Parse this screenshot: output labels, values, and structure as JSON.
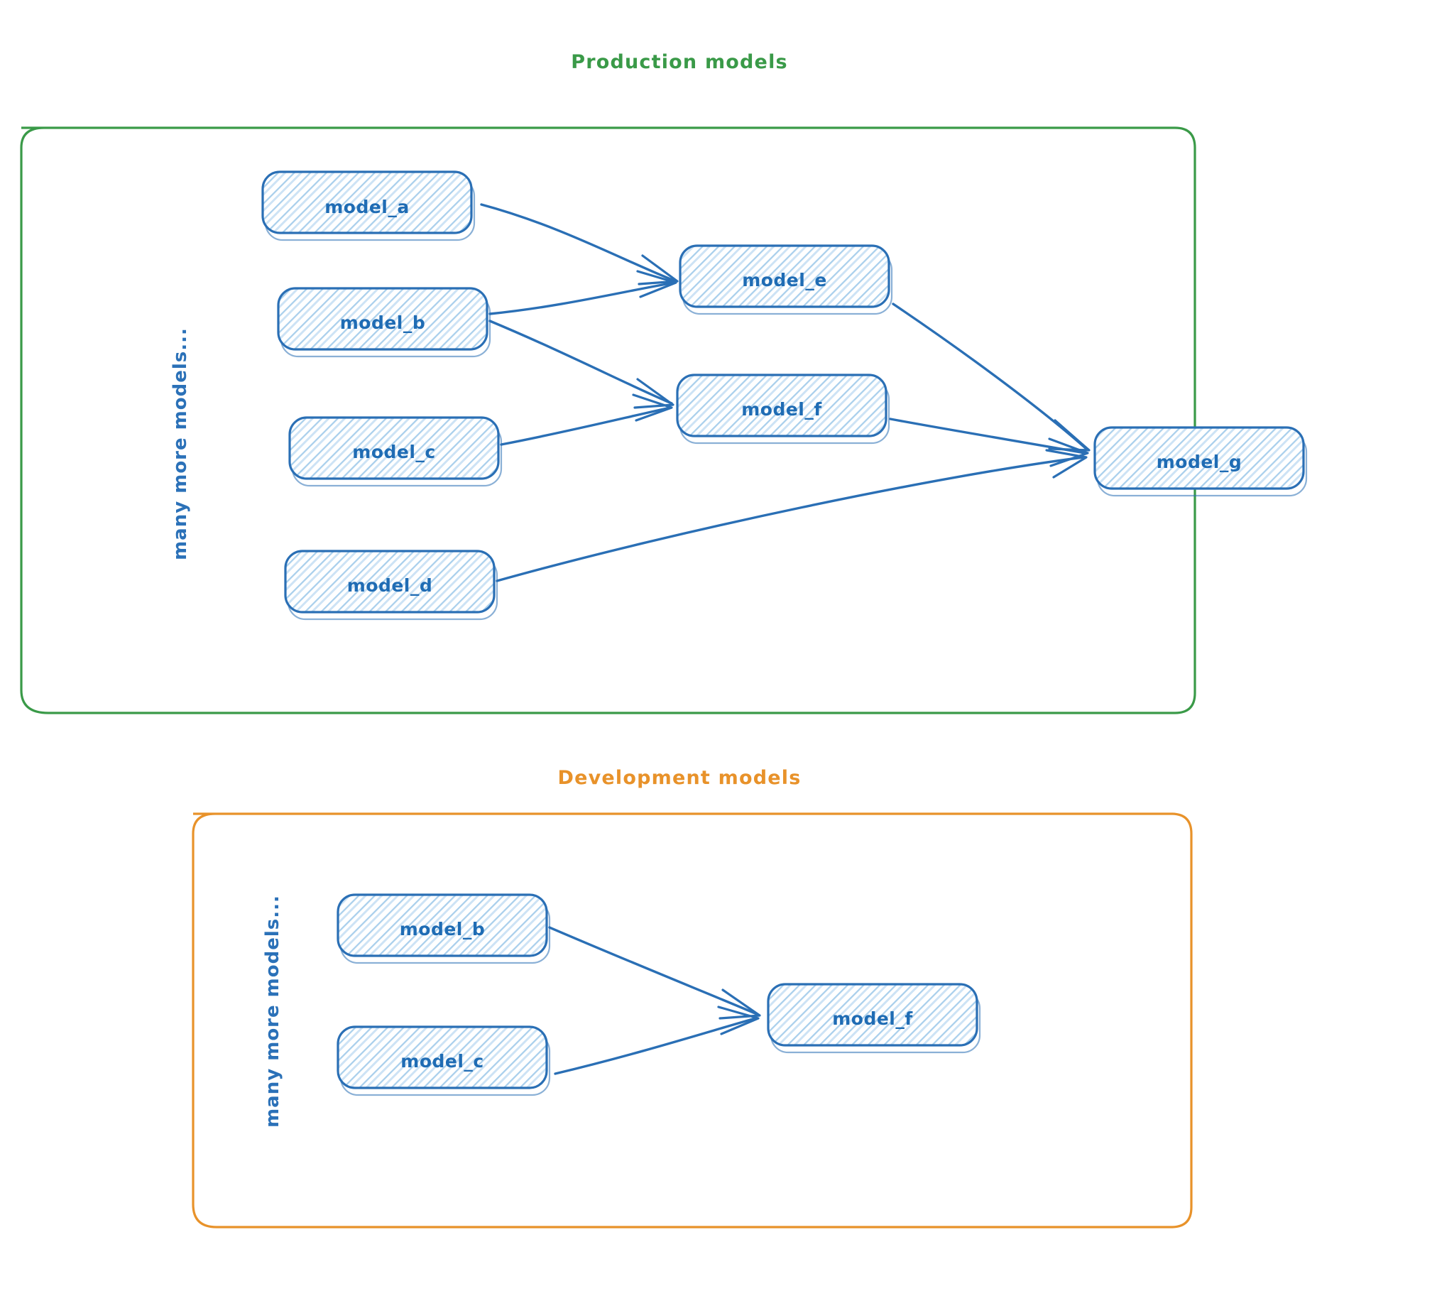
{
  "diagram": {
    "kind": "dag-lineage-diagram",
    "background": "#ffffff"
  },
  "colors": {
    "production_border": "#3a9a48",
    "production_title": "#3a9a48",
    "development_border": "#e8922a",
    "development_title": "#e8922a",
    "node_stroke": "#2a6fb5",
    "node_fill_hatch": "#9fc8e8",
    "node_text": "#1f6cb4",
    "edge": "#2a6fb5",
    "side_label": "#2b71b8"
  },
  "groups": [
    {
      "id": "production",
      "title": "Production models",
      "side_label": "many more models...",
      "nodes": [
        {
          "id": "prod_model_a",
          "label": "model_a"
        },
        {
          "id": "prod_model_b",
          "label": "model_b"
        },
        {
          "id": "prod_model_c",
          "label": "model_c"
        },
        {
          "id": "prod_model_d",
          "label": "model_d"
        },
        {
          "id": "prod_model_e",
          "label": "model_e"
        },
        {
          "id": "prod_model_f",
          "label": "model_f"
        },
        {
          "id": "prod_model_g",
          "label": "model_g"
        }
      ],
      "edges": [
        {
          "from": "model_a",
          "to": "model_e"
        },
        {
          "from": "model_b",
          "to": "model_e"
        },
        {
          "from": "model_b",
          "to": "model_f"
        },
        {
          "from": "model_c",
          "to": "model_f"
        },
        {
          "from": "model_e",
          "to": "model_g"
        },
        {
          "from": "model_f",
          "to": "model_g"
        },
        {
          "from": "model_d",
          "to": "model_g"
        }
      ]
    },
    {
      "id": "development",
      "title": "Development models",
      "side_label": "many more models...",
      "nodes": [
        {
          "id": "dev_model_b",
          "label": "model_b"
        },
        {
          "id": "dev_model_c",
          "label": "model_c"
        },
        {
          "id": "dev_model_f",
          "label": "model_f"
        }
      ],
      "edges": [
        {
          "from": "model_b",
          "to": "model_f"
        },
        {
          "from": "model_c",
          "to": "model_f"
        }
      ]
    }
  ]
}
